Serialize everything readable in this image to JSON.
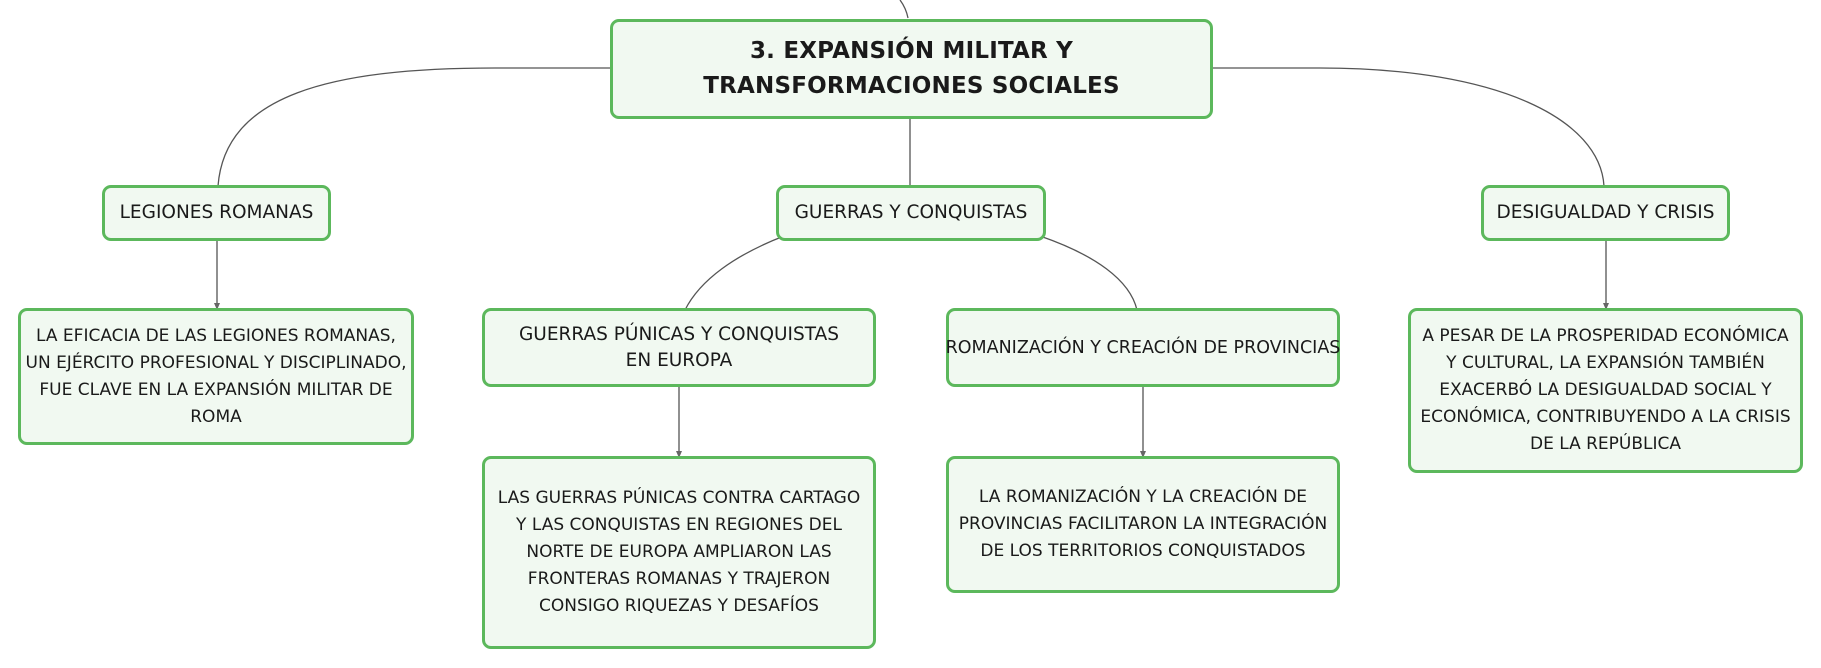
{
  "diagram": {
    "root": {
      "label": "3. EXPANSIÓN MILITAR Y TRANSFORMACIONES SOCIALES"
    },
    "branches": [
      {
        "label": "LEGIONES ROMANAS",
        "children": [
          {
            "label": "LA EFICACIA DE LAS LEGIONES ROMANAS, UN EJÉRCITO PROFESIONAL Y DISCIPLINADO, FUE CLAVE EN LA EXPANSIÓN MILITAR DE ROMA"
          }
        ]
      },
      {
        "label": "GUERRAS Y CONQUISTAS",
        "children": [
          {
            "label": "GUERRAS PÚNICAS Y CONQUISTAS EN EUROPA",
            "children": [
              {
                "label": "LAS GUERRAS PÚNICAS CONTRA CARTAGO Y LAS CONQUISTAS EN REGIONES DEL NORTE DE EUROPA AMPLIARON LAS FRONTERAS ROMANAS Y TRAJERON CONSIGO RIQUEZAS Y DESAFÍOS"
              }
            ]
          },
          {
            "label": "ROMANIZACIÓN Y CREACIÓN DE PROVINCIAS",
            "children": [
              {
                "label": "LA ROMANIZACIÓN Y LA CREACIÓN DE PROVINCIAS FACILITARON LA INTEGRACIÓN DE LOS TERRITORIOS CONQUISTADOS"
              }
            ]
          }
        ]
      },
      {
        "label": "DESIGUALDAD Y CRISIS",
        "children": [
          {
            "label": "A PESAR DE LA PROSPERIDAD ECONÓMICA Y CULTURAL, LA EXPANSIÓN TAMBIÉN EXACERBÓ LA DESIGUALDAD SOCIAL Y ECONÓMICA, CONTRIBUYENDO A LA CRISIS DE LA REPÚBLICA"
          }
        ]
      }
    ]
  },
  "colors": {
    "node_border": "#5cb85c",
    "node_fill": "#f1f9f1",
    "connector": "#555555",
    "text": "#1a1a1a"
  }
}
